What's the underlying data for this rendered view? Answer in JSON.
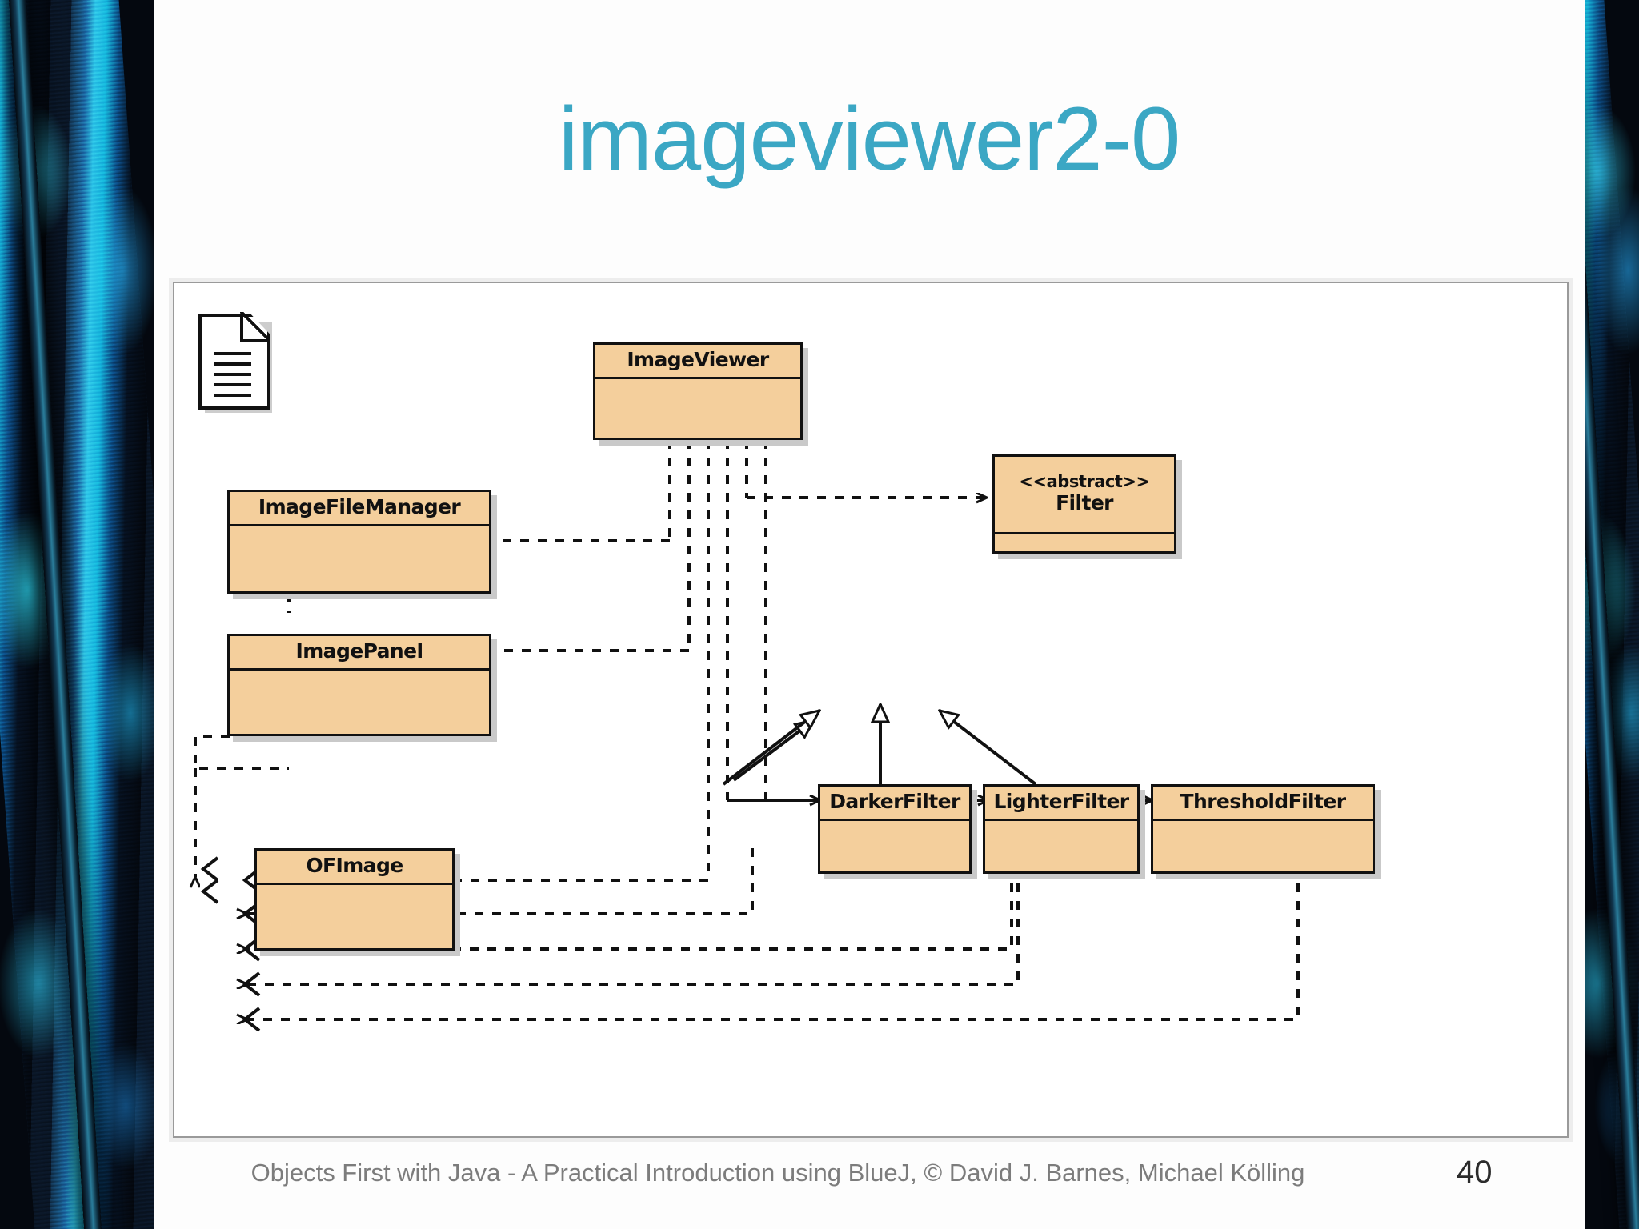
{
  "slide": {
    "title": "imageviewer2-0",
    "title_color": "#3ba7c4",
    "page_number": "40",
    "footer": "Objects First with Java - A Practical Introduction using BlueJ, © David J. Barnes, Michael Kölling"
  },
  "diagram": {
    "type": "uml-class-diagram",
    "class_fill": "#f4cf9c",
    "class_border": "#111111",
    "note_icon": "document-note-icon",
    "classes": [
      {
        "id": "ImageViewer",
        "name": "ImageViewer",
        "stereotype": ""
      },
      {
        "id": "ImageFileManager",
        "name": "ImageFileManager",
        "stereotype": ""
      },
      {
        "id": "ImagePanel",
        "name": "ImagePanel",
        "stereotype": ""
      },
      {
        "id": "Filter",
        "name": "Filter",
        "stereotype": "<<abstract>>"
      },
      {
        "id": "DarkerFilter",
        "name": "DarkerFilter",
        "stereotype": ""
      },
      {
        "id": "LighterFilter",
        "name": "LighterFilter",
        "stereotype": ""
      },
      {
        "id": "ThresholdFilter",
        "name": "ThresholdFilter",
        "stereotype": ""
      },
      {
        "id": "OFImage",
        "name": "OFImage",
        "stereotype": ""
      }
    ],
    "relationships": [
      {
        "from": "ImageViewer",
        "to": "ImageFileManager",
        "type": "dependency"
      },
      {
        "from": "ImageViewer",
        "to": "ImagePanel",
        "type": "dependency"
      },
      {
        "from": "ImageViewer",
        "to": "Filter",
        "type": "dependency"
      },
      {
        "from": "ImageViewer",
        "to": "DarkerFilter",
        "type": "dependency"
      },
      {
        "from": "ImageViewer",
        "to": "LighterFilter",
        "type": "dependency"
      },
      {
        "from": "ImageViewer",
        "to": "ThresholdFilter",
        "type": "dependency"
      },
      {
        "from": "ImageViewer",
        "to": "OFImage",
        "type": "dependency"
      },
      {
        "from": "ImageFileManager",
        "to": "ImagePanel",
        "type": "dependency"
      },
      {
        "from": "ImageFileManager",
        "to": "OFImage",
        "type": "dependency"
      },
      {
        "from": "ImagePanel",
        "to": "OFImage",
        "type": "dependency"
      },
      {
        "from": "DarkerFilter",
        "to": "Filter",
        "type": "inheritance"
      },
      {
        "from": "LighterFilter",
        "to": "Filter",
        "type": "inheritance"
      },
      {
        "from": "ThresholdFilter",
        "to": "Filter",
        "type": "inheritance"
      },
      {
        "from": "DarkerFilter",
        "to": "OFImage",
        "type": "dependency"
      },
      {
        "from": "LighterFilter",
        "to": "OFImage",
        "type": "dependency"
      },
      {
        "from": "ThresholdFilter",
        "to": "OFImage",
        "type": "dependency"
      }
    ]
  },
  "decoration": {
    "feather_left": "feather-texture-left",
    "feather_right": "feather-texture-right"
  }
}
